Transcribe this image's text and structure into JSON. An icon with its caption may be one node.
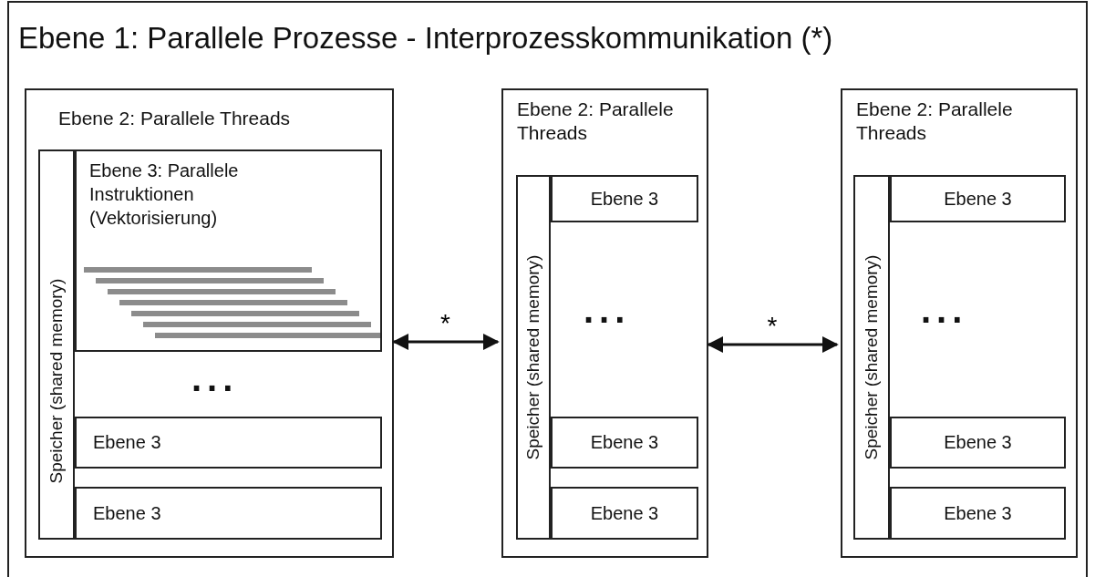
{
  "diagram": {
    "nodes": [
      {
        "text": [
          "Ebene 1: Parallele Prozesse - Interprozesskommunikation (*)"
        ]
      },
      {
        "text": [
          "Ebene 2: Parallele Threads"
        ],
        "in": 0
      },
      {
        "text": [
          "Speicher (shared memory)"
        ],
        "in": 1
      },
      {
        "text": [
          "Ebene 3: Parallele Instruktionen (Vektorisierung)"
        ],
        "in": 1
      },
      {
        "text": [
          "Ebene 3"
        ],
        "in": 1
      },
      {
        "text": [
          "Ebene 3"
        ],
        "in": 1
      },
      {
        "text": [
          "Ebene 2: Parallele Threads"
        ],
        "in": 0
      },
      {
        "text": [
          "Speicher (shared memory)"
        ],
        "in": 6
      },
      {
        "text": [
          "Ebene 3"
        ],
        "in": 6
      },
      {
        "text": [
          "Ebene 3"
        ],
        "in": 6
      },
      {
        "text": [
          "Ebene 3"
        ],
        "in": 6
      },
      {
        "text": [
          "Ebene 2: Parallele Threads"
        ],
        "in": 0
      },
      {
        "text": [
          "Speicher (shared memory)"
        ],
        "in": 11
      },
      {
        "text": [
          "Ebene 3"
        ],
        "in": 11
      },
      {
        "text": [
          "Ebene 3"
        ],
        "in": 11
      },
      {
        "text": [
          "Ebene 3"
        ],
        "in": 11
      }
    ],
    "edges": [
      {
        "from": 1,
        "to": 6,
        "arrow": "both",
        "label": "*"
      },
      {
        "from": 6,
        "to": 11,
        "arrow": "both",
        "label": "*"
      }
    ],
    "labels": [
      "...",
      "...",
      "..."
    ]
  }
}
